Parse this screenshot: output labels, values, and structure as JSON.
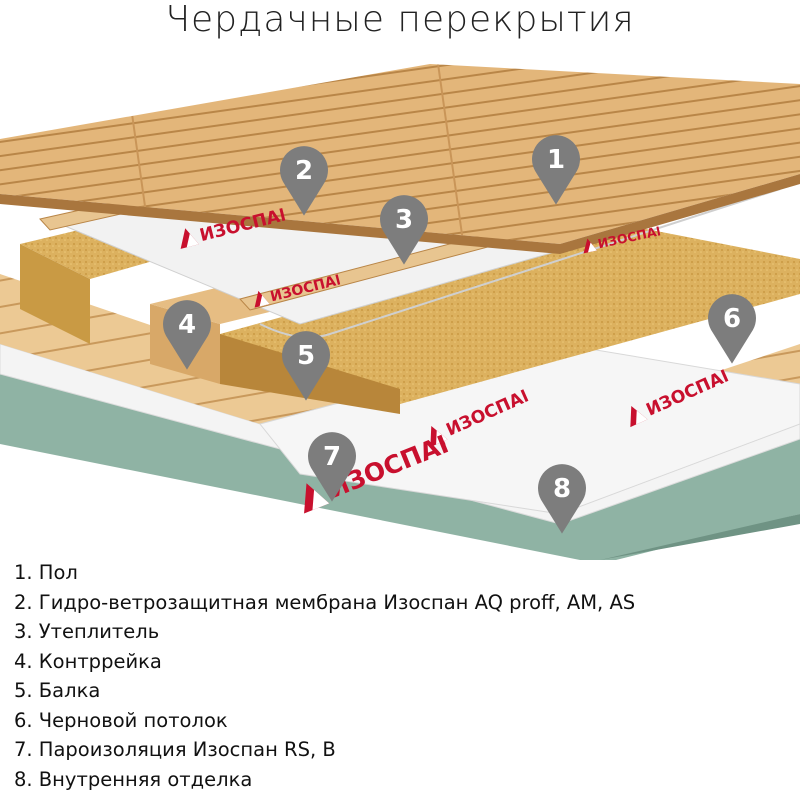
{
  "title": "Чердачные перекрытия",
  "brand": "ИЗОСПАН",
  "colors": {
    "brand_red": "#c8102e",
    "marker_gray": "#7d7d7d",
    "wood_light": "#e9c48c",
    "wood_dark": "#c98f4f",
    "insulation": "#dcb15f",
    "membrane": "#f2f2f2",
    "drywall": "#8fb3a4"
  },
  "markers": [
    {
      "num": "1",
      "part": "floor"
    },
    {
      "num": "2",
      "part": "windproof-membrane"
    },
    {
      "num": "3",
      "part": "insulation"
    },
    {
      "num": "4",
      "part": "counter-batten"
    },
    {
      "num": "5",
      "part": "beam"
    },
    {
      "num": "6",
      "part": "rough-ceiling"
    },
    {
      "num": "7",
      "part": "vapor-barrier"
    },
    {
      "num": "8",
      "part": "interior-finish"
    }
  ],
  "legend": [
    "1. Пол",
    "2. Гидро-ветрозащитная мембрана Изоспан AQ proff, AM, AS",
    "3. Утеплитель",
    "4. Контррейка",
    "5. Балка",
    "6. Черновой потолок",
    "7. Пароизоляция Изоспан RS, B",
    "8. Внутренняя отделка"
  ]
}
